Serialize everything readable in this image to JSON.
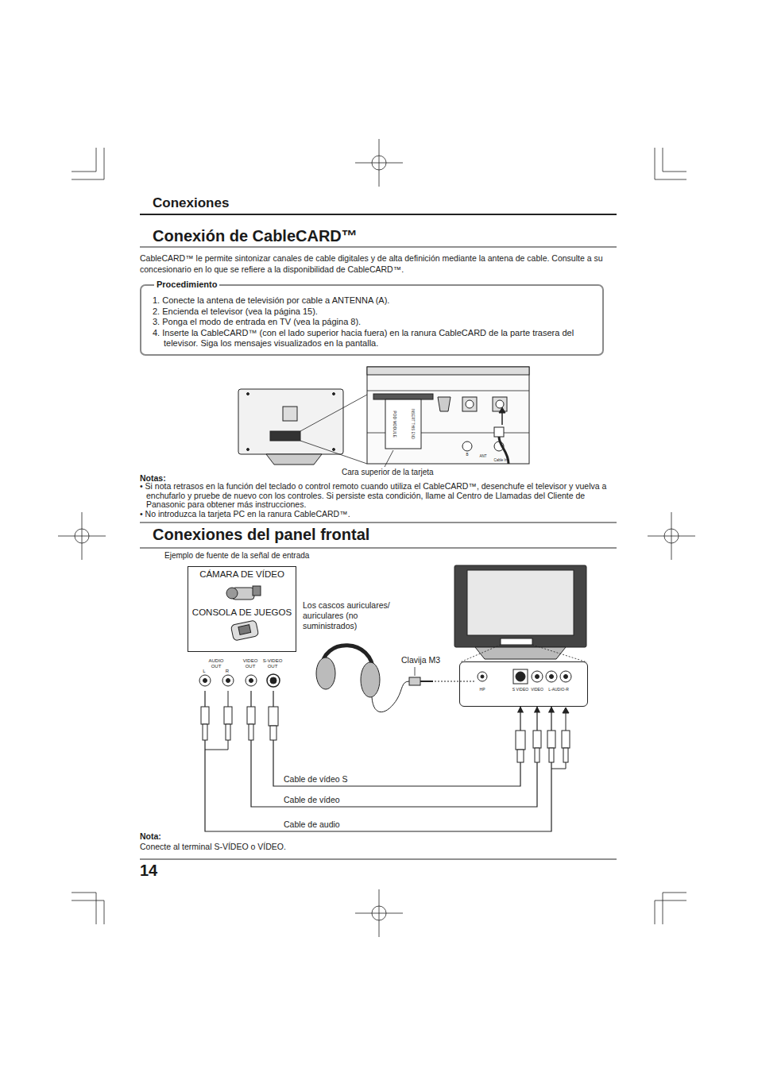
{
  "diagram": {
    "title": "Conexiones",
    "nodes": [
      {
        "text": [
          "Procedimiento",
          "1. Conecte la antena de televisión por cable a ANTENNA (A).",
          "2. Encienda el televisor (vea la página 15).",
          "3. Ponga el modo de entrada en TV (vea la página 8).",
          "4. Inserte la CableCARD™ (con el lado superior hacia fuera) en la ranura CableCARD de la parte trasera del televisor. Siga los mensajes visualizados en la pantalla."
        ]
      },
      {
        "text": [
          "CÁMARA DE VÍDEO",
          "CONSOLA DE JUEGOS"
        ]
      },
      {
        "text": [
          "AUDIO OUT",
          "L",
          "R",
          "VIDEO OUT",
          "S-VIDEO OUT"
        ]
      },
      {
        "text": [
          "HP",
          "S VIDEO",
          "VIDEO",
          "L-AUDIO-R"
        ]
      }
    ],
    "edges": [
      {
        "from": 2,
        "to": 3,
        "arrow": "to",
        "label": "Cable de vídeo S"
      },
      {
        "from": 2,
        "to": 3,
        "arrow": "to",
        "label": "Cable de vídeo"
      },
      {
        "from": 2,
        "to": 3,
        "arrow": "to",
        "label": "Cable de audio"
      }
    ],
    "labels": [
      "Conexión de CableCARD™",
      "CableCARD™ le permite sintonizar canales de cable digitales y de alta definición mediante la antena de cable. Consulte a su concesionario en lo que se refiere a la disponibilidad de CableCARD™.",
      "POD MODULE",
      "INSERT THIS END",
      "B",
      "ANT",
      "Cable In",
      "Cara superior de la tarjeta",
      "Notas:",
      "• Si nota retrasos en la función del teclado o control remoto cuando utiliza el CableCARD™, desenchufe el televisor y vuelva a enchufarlo y pruebe de nuevo con los controles. Si persiste esta condición, llame al Centro de Llamadas del Cliente de Panasonic para obtener más instrucciones.",
      "• No introduzca la tarjeta PC en la ranura CableCARD™.",
      "Conexiones del panel frontal",
      "Ejemplo de fuente de la señal de entrada",
      "Los cascos auriculares/ auriculares (no suministrados)",
      "Clavija M3",
      "Nota:",
      "Conecte al terminal S-VÍDEO o VÍDEO.",
      "14"
    ]
  }
}
